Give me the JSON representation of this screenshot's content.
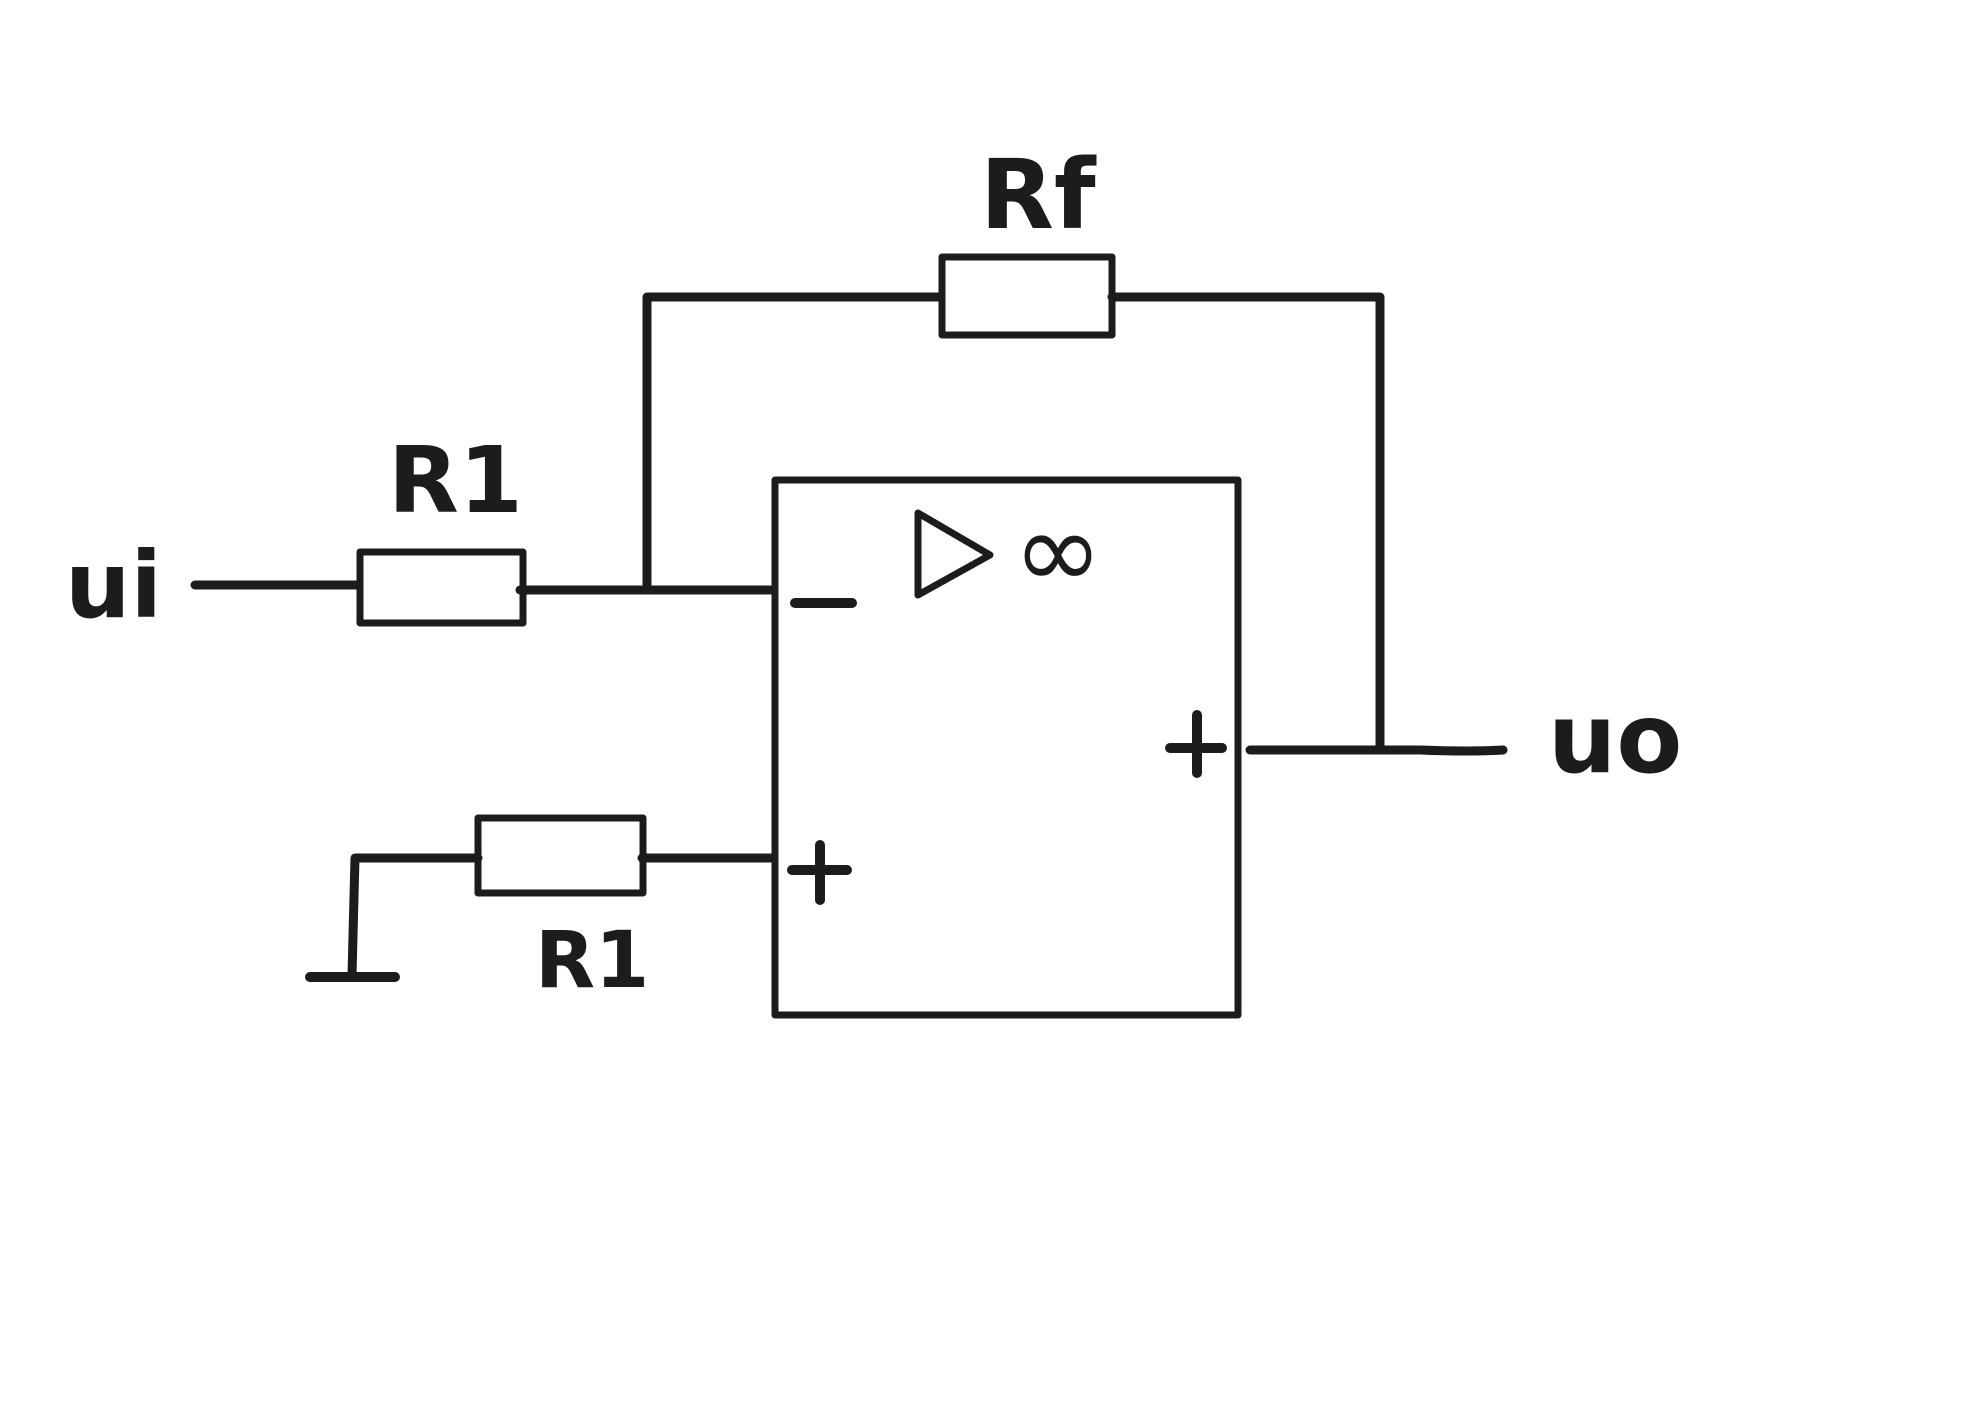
{
  "diagram": {
    "ink_color": "#1c1c1c",
    "background_color": "#ffffff",
    "labels": {
      "input_voltage": "ui",
      "output_voltage": "uo",
      "input_resistor": "R1",
      "feedback_resistor": "Rf",
      "ground_resistor": "R1"
    },
    "opamp": {
      "gain_symbol": "∞",
      "inverting_input_sign": "−",
      "noninverting_input_sign": "+",
      "output_sign": "+"
    }
  }
}
